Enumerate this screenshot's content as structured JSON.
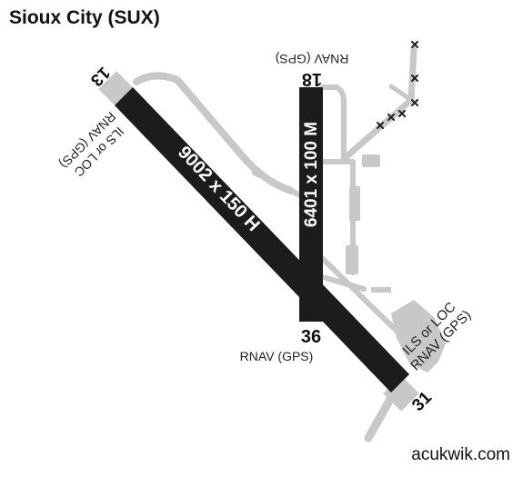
{
  "airport": {
    "title": "Sioux City (SUX)",
    "source": "acukwik.com"
  },
  "runways": [
    {
      "dimensions": "9002 x 150 H",
      "end_a": {
        "number": "13",
        "approach": [
          "ILS or LOC",
          "RNAV (GPS)"
        ]
      },
      "end_b": {
        "number": "31",
        "approach": [
          "ILS or LOC",
          "RNAV (GPS)"
        ]
      }
    },
    {
      "dimensions": "6401 x 100 M",
      "end_a": {
        "number": "18",
        "approach": [
          "RNAV (GPS)"
        ]
      },
      "end_b": {
        "number": "36",
        "approach": [
          "RNAV (GPS)"
        ]
      }
    }
  ],
  "colors": {
    "runway": "#1c1c1c",
    "taxiway": "#c8c8c8",
    "taxiway_edge": "#9a9a9a",
    "runway_label": "#ffffff"
  }
}
